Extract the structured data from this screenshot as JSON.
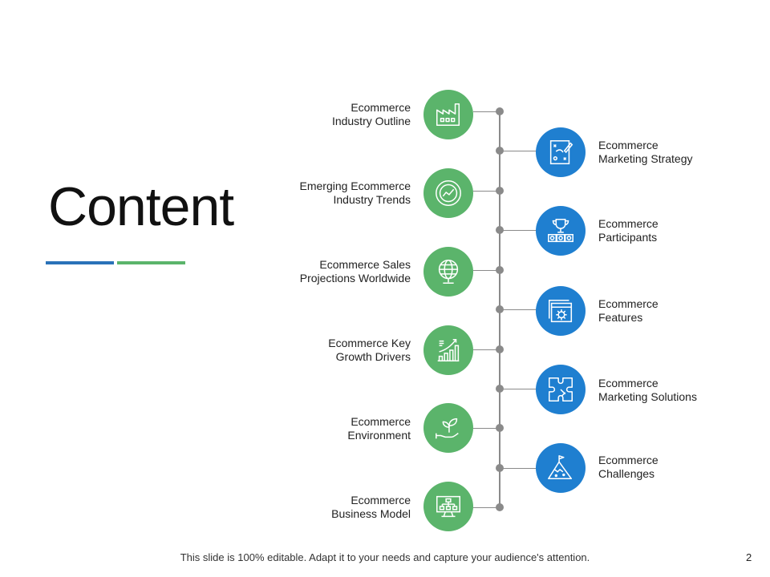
{
  "title": "Content",
  "colors": {
    "accent_blue": "#2a72b8",
    "accent_green": "#5bb46b",
    "circle_green": "#5bb46b",
    "circle_blue": "#1f7fd0",
    "timeline": "#8a8a8a"
  },
  "left_items": [
    {
      "label": "Ecommerce\nIndustry  Outline",
      "icon": "factory-icon"
    },
    {
      "label": "Emerging Ecommerce\nIndustry  Trends",
      "icon": "trend-target-icon"
    },
    {
      "label": "Ecommerce Sales\nProjections Worldwide",
      "icon": "globe-icon"
    },
    {
      "label": "Ecommerce Key\nGrowth Drivers",
      "icon": "growth-chart-icon"
    },
    {
      "label": "Ecommerce\nEnvironment",
      "icon": "plant-hand-icon"
    },
    {
      "label": "Ecommerce\nBusiness Model",
      "icon": "monitor-hierarchy-icon"
    }
  ],
  "right_items": [
    {
      "label": "Ecommerce\nMarketing Strategy",
      "icon": "strategy-board-icon"
    },
    {
      "label": "Ecommerce\nParticipants",
      "icon": "trophy-icon"
    },
    {
      "label": "Ecommerce\nFeatures",
      "icon": "browser-gear-icon"
    },
    {
      "label": "Ecommerce\nMarketing Solutions",
      "icon": "puzzle-icon"
    },
    {
      "label": "Ecommerce\nChallenges",
      "icon": "mountain-flag-icon"
    }
  ],
  "footer": "This slide is 100% editable. Adapt it to your needs and capture your audience's attention.",
  "page_number": "2"
}
